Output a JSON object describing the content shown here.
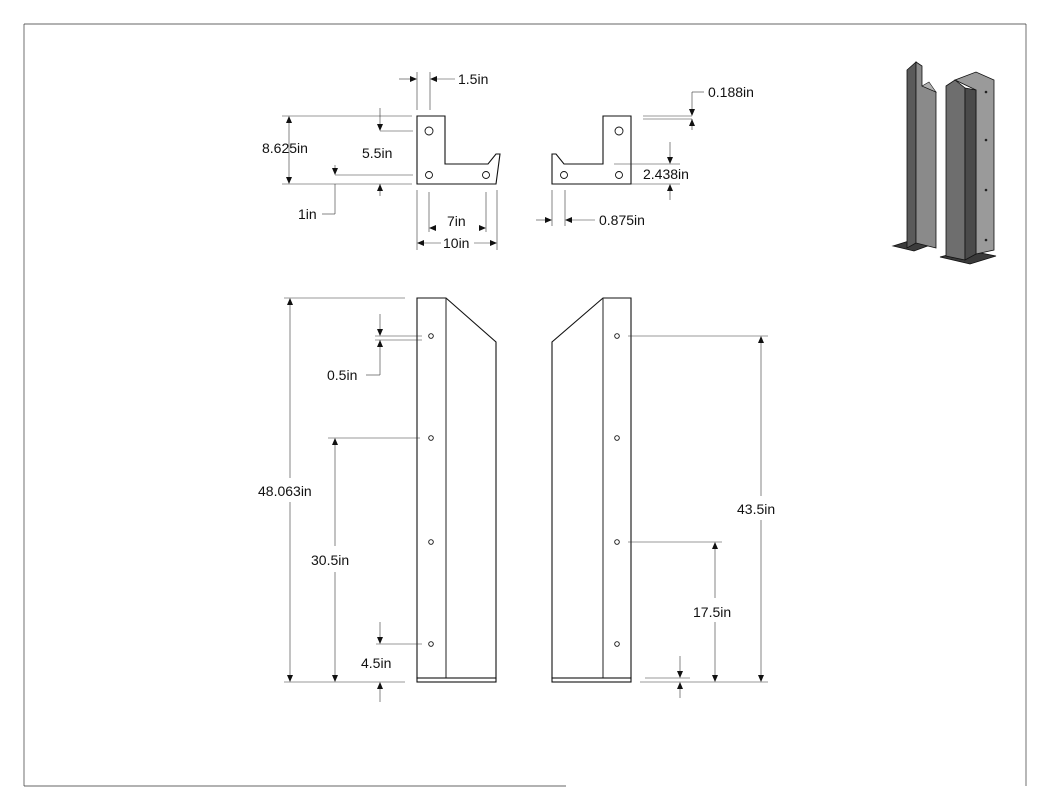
{
  "dimensions": {
    "top_view": {
      "flange_thickness": "1.5in",
      "overall_height": "8.625in",
      "upper_hole_offset": "5.5in",
      "lower_hole_offset": "1in",
      "hole_spacing": "7in",
      "overall_width": "10in"
    },
    "bottom_view": {
      "plate_thickness": "0.188in",
      "hole_height": "2.438in",
      "edge_offset": "0.875in"
    },
    "left_elevation": {
      "overall_height": "48.063in",
      "top_hole_offset": "0.5in",
      "hole_pitch": "30.5in",
      "bottom_hole_offset": "4.5in"
    },
    "right_elevation": {
      "top_hole_height": "43.5in",
      "third_hole_height": "17.5in"
    }
  },
  "colors": {
    "line": "#222222",
    "iso_dark": "#4a4a4a",
    "iso_mid": "#6e6e6e",
    "iso_light": "#9a9a9a"
  }
}
